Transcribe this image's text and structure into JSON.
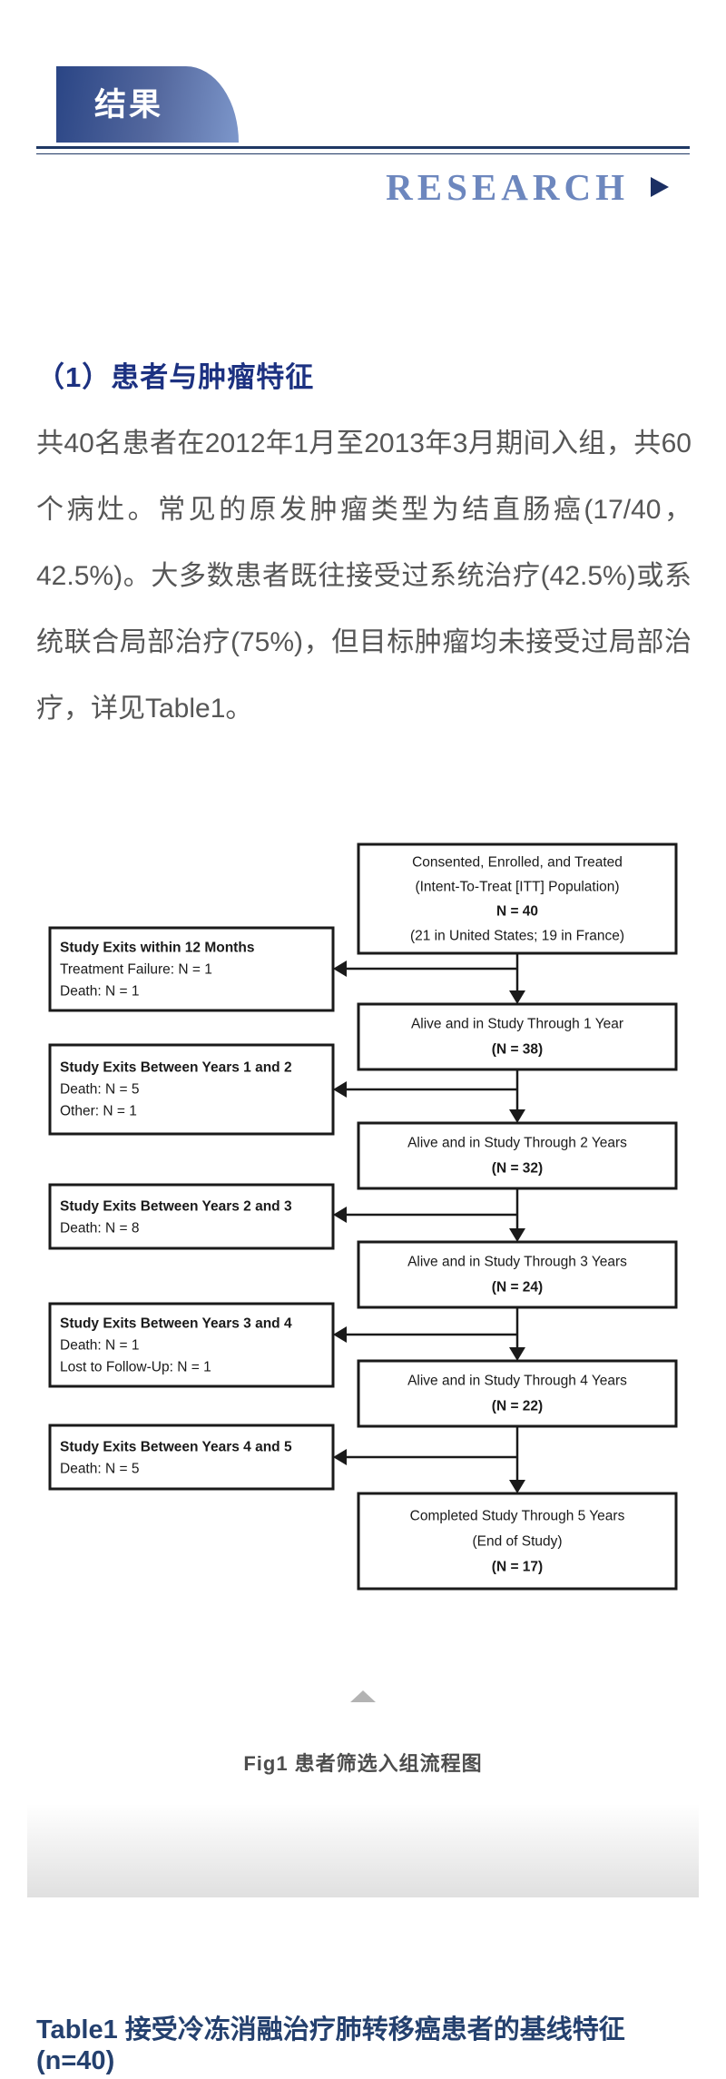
{
  "header": {
    "banner_title": "结果",
    "research_label": "RESEARCH"
  },
  "article": {
    "section_heading": "（1）患者与肿瘤特征",
    "paragraph": "共40名患者在2012年1月至2013年3月期间入组，共60个病灶。常见的原发肿瘤类型为结直肠癌(17/40，42.5%)。大多数患者既往接受过系统治疗(42.5%)或系统联合局部治疗(75%)，但目标肿瘤均未接受过局部治疗，详见Table1。",
    "fig_caption": "Fig1 患者筛选入组流程图",
    "table_heading": "Table1 接受冷冻消融治疗肺转移癌患者的基线特征(n=40)"
  },
  "flowchart": {
    "main_boxes": [
      {
        "lines": [
          "Consented, Enrolled, and Treated",
          "(Intent-To-Treat [ITT] Population)",
          "N = 40",
          "(21 in United States; 19 in France)"
        ]
      },
      {
        "lines": [
          "Alive and in Study Through 1 Year",
          "(N = 38)"
        ]
      },
      {
        "lines": [
          "Alive and in Study Through 2 Years",
          "(N = 32)"
        ]
      },
      {
        "lines": [
          "Alive and in Study Through 3 Years",
          "(N = 24)"
        ]
      },
      {
        "lines": [
          "Alive and in Study Through 4 Years",
          "(N = 22)"
        ]
      },
      {
        "lines": [
          "Completed Study Through 5 Years",
          "(End of Study)",
          "(N = 17)"
        ]
      }
    ],
    "exit_boxes": [
      {
        "lines": [
          "Study Exits within 12 Months",
          "Treatment Failure: N = 1",
          "Death: N = 1"
        ]
      },
      {
        "lines": [
          "Study Exits Between Years 1 and 2",
          "Death: N = 5",
          "Other: N = 1"
        ]
      },
      {
        "lines": [
          "Study Exits Between Years 2 and 3",
          "Death: N = 8"
        ]
      },
      {
        "lines": [
          "Study Exits Between Years 3 and 4",
          "Death: N = 1",
          "Lost to Follow-Up: N = 1"
        ]
      },
      {
        "lines": [
          "Study Exits Between Years 4 and 5",
          "Death: N = 5"
        ]
      }
    ]
  },
  "colors": {
    "banner_gradient_start": "#2a4585",
    "banner_gradient_end": "#7d97cb",
    "rule_navy": "#1f3864",
    "research_blue": "#6d87be",
    "research_arrow_navy": "#1b2f63",
    "heading_blue": "#1c3181",
    "body_gray": "#565656",
    "caption_gray": "#4d4d4d",
    "collapse_triangle_gray": "#b3b3b3",
    "table_heading_navy": "#24406e",
    "flowchart_ink": "#1a1a1a"
  }
}
